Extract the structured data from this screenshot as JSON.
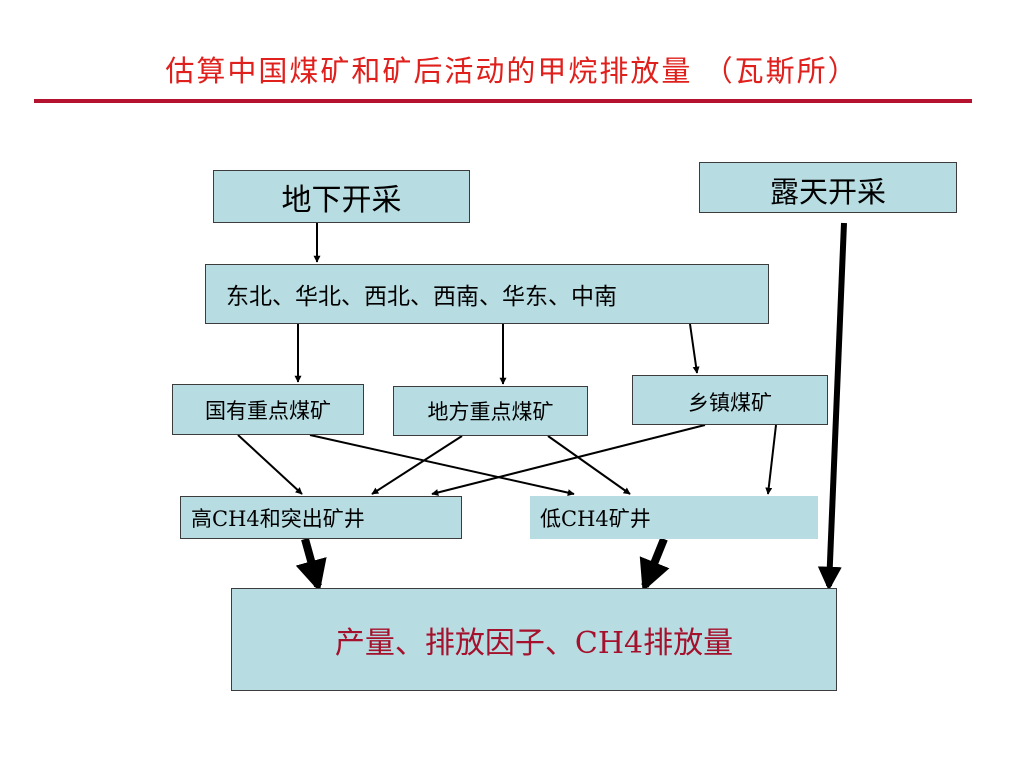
{
  "slide": {
    "title": "估算中国煤矿和矿后活动的甲烷排放量 （瓦斯所）"
  },
  "nodes": {
    "underground_mining": "地下开采",
    "surface_mining": "露天开采",
    "regions": "东北、华北、西北、西南、华东、中南",
    "state_key_mines": "国有重点煤矿",
    "local_key_mines": "地方重点煤矿",
    "township_mines": "乡镇煤矿",
    "high_ch4_outburst_mines": "高CH4和突出矿井",
    "low_ch4_mines": "低CH4矿井",
    "output": "产量、排放因子、CH4排放量"
  },
  "colors": {
    "title_text": "#e0201c",
    "rule": "#b5122f",
    "box_fill": "#b7dde2",
    "output_text": "#a5102c"
  }
}
